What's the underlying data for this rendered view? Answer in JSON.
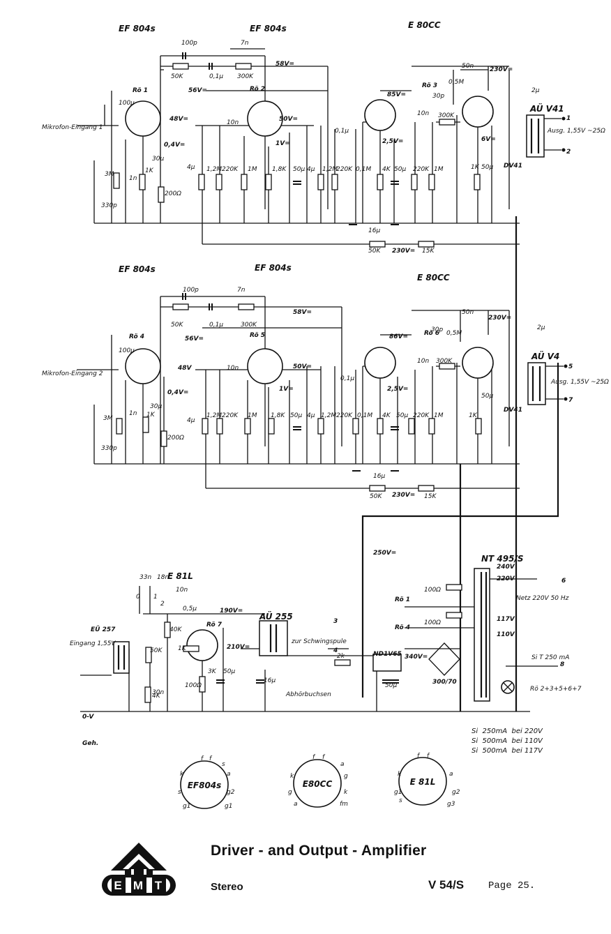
{
  "footer": {
    "title": "Driver - and Output - Amplifier",
    "subtitle": "Stereo",
    "model": "V 54/S",
    "page": "Page 25.",
    "logo_letters": [
      "E",
      "M",
      "T"
    ]
  },
  "fuse_notes": [
    "Si  250mA  bei 220V",
    "Si  500mA  bei 110V",
    "Si  500mA  bei 117V"
  ],
  "channel1": {
    "tube_a": "EF 804s",
    "tube_b": "EF 804s",
    "tube_c": "E 80CC",
    "ref_a": "Rö 1",
    "ref_b": "Rö 2",
    "ref_c": "Rö 3",
    "input_label": "Mikrofon-Eingang 1",
    "output_tr": "AÜ V41",
    "output_level": "Ausg. 1,55V ~25Ω",
    "choke": "DV41",
    "volts": [
      "58V=",
      "56V=",
      "48V=",
      "50V=",
      "85V=",
      "230V=",
      "230V=",
      "2,5V=",
      "6V=",
      "0,4V=",
      "1V="
    ],
    "values": [
      "100p",
      "7n",
      "50K",
      "0,1µ",
      "300K",
      "100µ",
      "30µ",
      "200Ω",
      "3M",
      "1n",
      "330p",
      "1K",
      "4µ",
      "1,2M",
      "220K",
      "1M",
      "1,8K",
      "50µ",
      "4µ",
      "1,2M",
      "220K",
      "0,1M",
      "10n",
      "0,1µ",
      "4K",
      "50µ",
      "220K",
      "1M",
      "10n",
      "300K",
      "30p",
      "0,5M",
      "50n",
      "1K",
      "50µ",
      "2µ",
      "16µ",
      "50K",
      "15K"
    ]
  },
  "channel2": {
    "tube_a": "EF 804s",
    "tube_b": "EF 804s",
    "tube_c": "E 80CC",
    "ref_a": "Rö 4",
    "ref_b": "Rö 5",
    "ref_c": "Rö 6",
    "input_label": "Mikrofon-Eingang 2",
    "output_tr": "AÜ V4",
    "output_level": "Ausg. 1,55V ~25Ω",
    "choke": "DV41",
    "volts": [
      "58V=",
      "56V=",
      "48V",
      "50V=",
      "86V=",
      "230V=",
      "230V=",
      "2,5V=",
      "0,4V=",
      "1V="
    ],
    "values": [
      "100p",
      "7n",
      "50K",
      "0,1µ",
      "300K",
      "100µ",
      "30µ",
      "200Ω",
      "3M",
      "1n",
      "330p",
      "1K",
      "4µ",
      "1,2M",
      "220K",
      "1M",
      "1,8K",
      "50µ",
      "4µ",
      "1,2M",
      "220K",
      "0,1M",
      "10n",
      "0,1µ",
      "4K",
      "50µ",
      "220K",
      "1M",
      "10n",
      "300K",
      "30p",
      "0,5M",
      "50n",
      "1K",
      "50µ",
      "2µ",
      "16µ",
      "50K",
      "15K"
    ]
  },
  "driver": {
    "tube": "E 81L",
    "ref": "Rö 7",
    "input_tr": "EÜ 257",
    "input_label": "Eingang 1,55V",
    "output_tr": "AÜ 255",
    "to_coil": "zur Schwingspule",
    "jacks": "Abhörbuchsen",
    "volts": [
      "190V=",
      "210V=",
      "250V="
    ],
    "values": [
      "33n",
      "18n",
      "10n",
      "0,5µ",
      "40K",
      "50K",
      "1K",
      "4K",
      "100Ω",
      "30n",
      "3K",
      "50µ",
      "16µ",
      "2k",
      "0",
      "1",
      "2"
    ]
  },
  "power": {
    "transformer": "NT 495/S",
    "regulator": "ND1V65",
    "rectifier": "300/70",
    "mains": "Netz 220V 50 Hz",
    "fuse": "Si T 250 mA",
    "taps": [
      "240V",
      "220V",
      "117V",
      "110V"
    ],
    "dc": "340V=",
    "loads": [
      "Rö 1",
      "Rö 4"
    ],
    "heater_note": "Rö 2+3+5+6+7",
    "values": [
      "100Ω",
      "100Ω",
      "50µ"
    ]
  },
  "terminals": [
    "1",
    "2",
    "5",
    "7",
    "3",
    "4",
    "6",
    "8",
    "0-V",
    "Geh."
  ],
  "pinouts": [
    {
      "name": "EF804s",
      "pins": [
        "f",
        "f",
        "s",
        "k",
        "a",
        "s",
        "g2",
        "g1",
        "g1"
      ]
    },
    {
      "name": "E80CC",
      "pins": [
        "f",
        "f",
        "a",
        "k",
        "g",
        "g",
        "k",
        "a",
        "fm"
      ]
    },
    {
      "name": "E 81L",
      "pins": [
        "f",
        "f",
        "k",
        "a",
        "g1",
        "g2",
        "s",
        "g3"
      ]
    }
  ]
}
